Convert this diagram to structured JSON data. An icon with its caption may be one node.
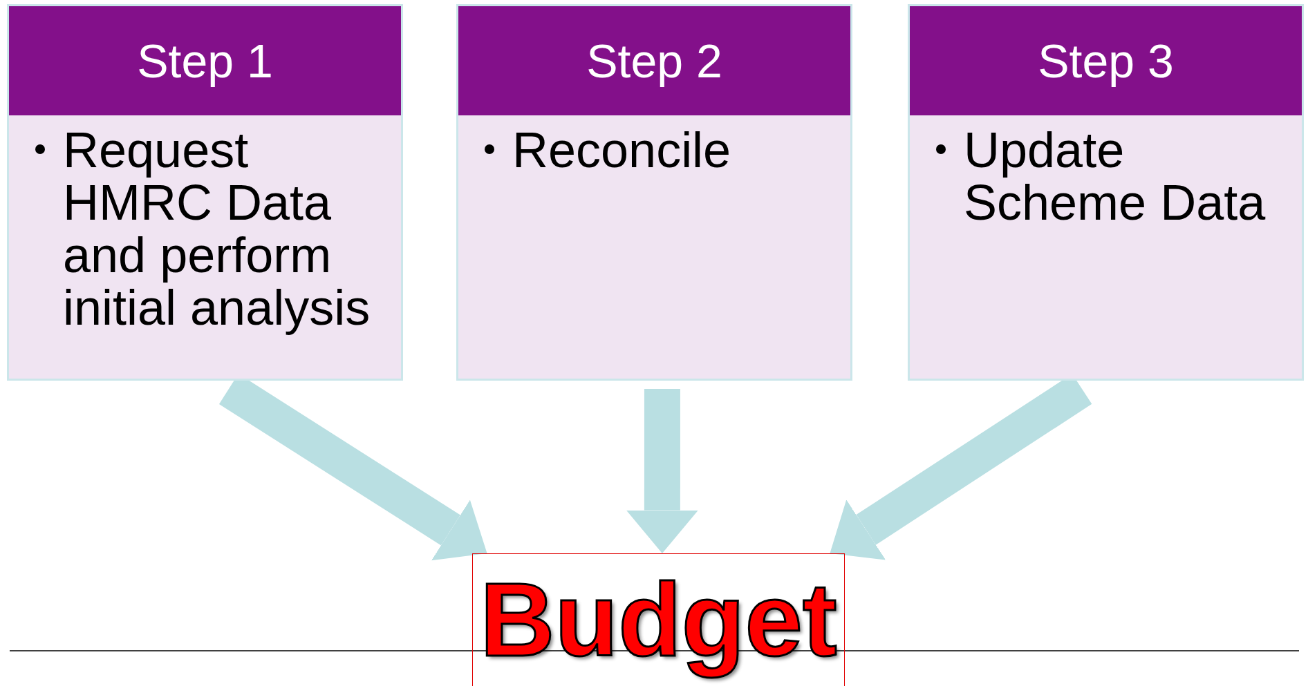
{
  "diagram": {
    "nodes": [
      {
        "text": [
          "Step 1",
          "Request HMRC Data and perform initial analysis"
        ]
      },
      {
        "text": [
          "Step 2",
          "Reconcile"
        ]
      },
      {
        "text": [
          "Step 3",
          "Update Scheme Data"
        ]
      },
      {
        "text": [
          "Budget"
        ]
      }
    ],
    "edges": [
      {
        "from": 0,
        "to": 3,
        "arrow": "to"
      },
      {
        "from": 1,
        "to": 3,
        "arrow": "to"
      },
      {
        "from": 2,
        "to": 3,
        "arrow": "to"
      }
    ]
  }
}
